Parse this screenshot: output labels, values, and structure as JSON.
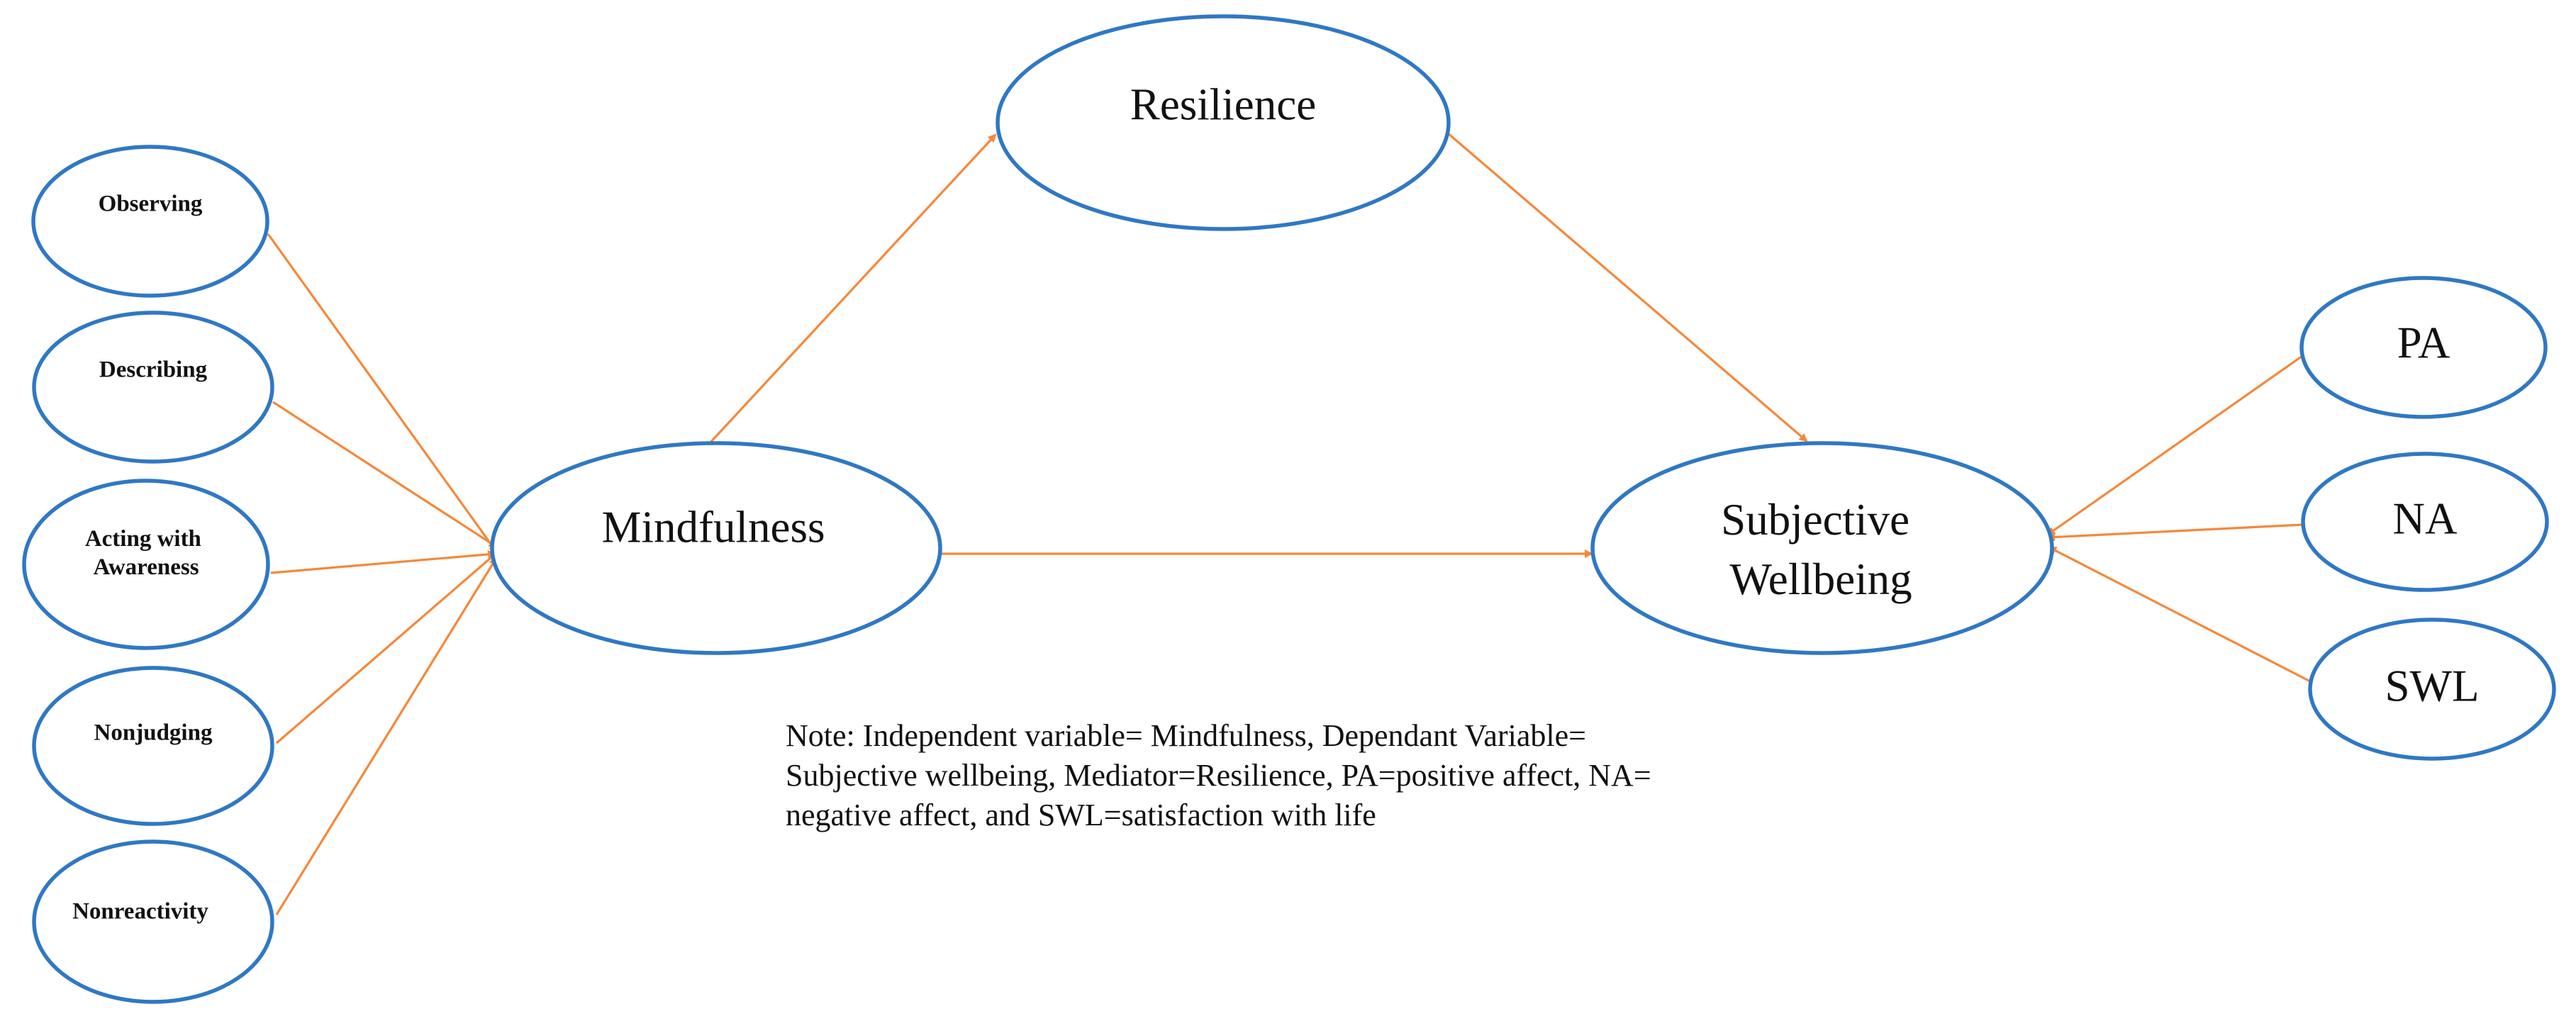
{
  "diagram": {
    "nodes": {
      "observing": "Observing",
      "describing": "Describing",
      "acting_with_awareness": [
        "Acting with",
        "Awareness"
      ],
      "nonjudging": "Nonjudging",
      "nonreactivity": "Nonreactivity",
      "mindfulness": "Mindfulness",
      "resilience": "Resilience",
      "subjective_wellbeing": [
        "Subjective",
        "Wellbeing"
      ],
      "pa": "PA",
      "na": "NA",
      "swl": "SWL"
    },
    "edges": [
      {
        "from": "observing",
        "to": "mindfulness"
      },
      {
        "from": "describing",
        "to": "mindfulness"
      },
      {
        "from": "acting_with_awareness",
        "to": "mindfulness"
      },
      {
        "from": "nonjudging",
        "to": "mindfulness"
      },
      {
        "from": "nonreactivity",
        "to": "mindfulness"
      },
      {
        "from": "mindfulness",
        "to": "resilience"
      },
      {
        "from": "resilience",
        "to": "subjective_wellbeing"
      },
      {
        "from": "mindfulness",
        "to": "subjective_wellbeing"
      },
      {
        "from": "pa",
        "to": "subjective_wellbeing"
      },
      {
        "from": "na",
        "to": "subjective_wellbeing"
      },
      {
        "from": "swl",
        "to": "subjective_wellbeing"
      }
    ],
    "colors": {
      "node_outline": "#2f78c4",
      "arrow": "#f5883a"
    }
  },
  "note": {
    "lines": [
      "Note: Independent variable= Mindfulness, Dependant Variable=",
      "Subjective wellbeing, Mediator=Resilience, PA=positive affect, NA=",
      "negative affect, and SWL=satisfaction with life"
    ]
  }
}
